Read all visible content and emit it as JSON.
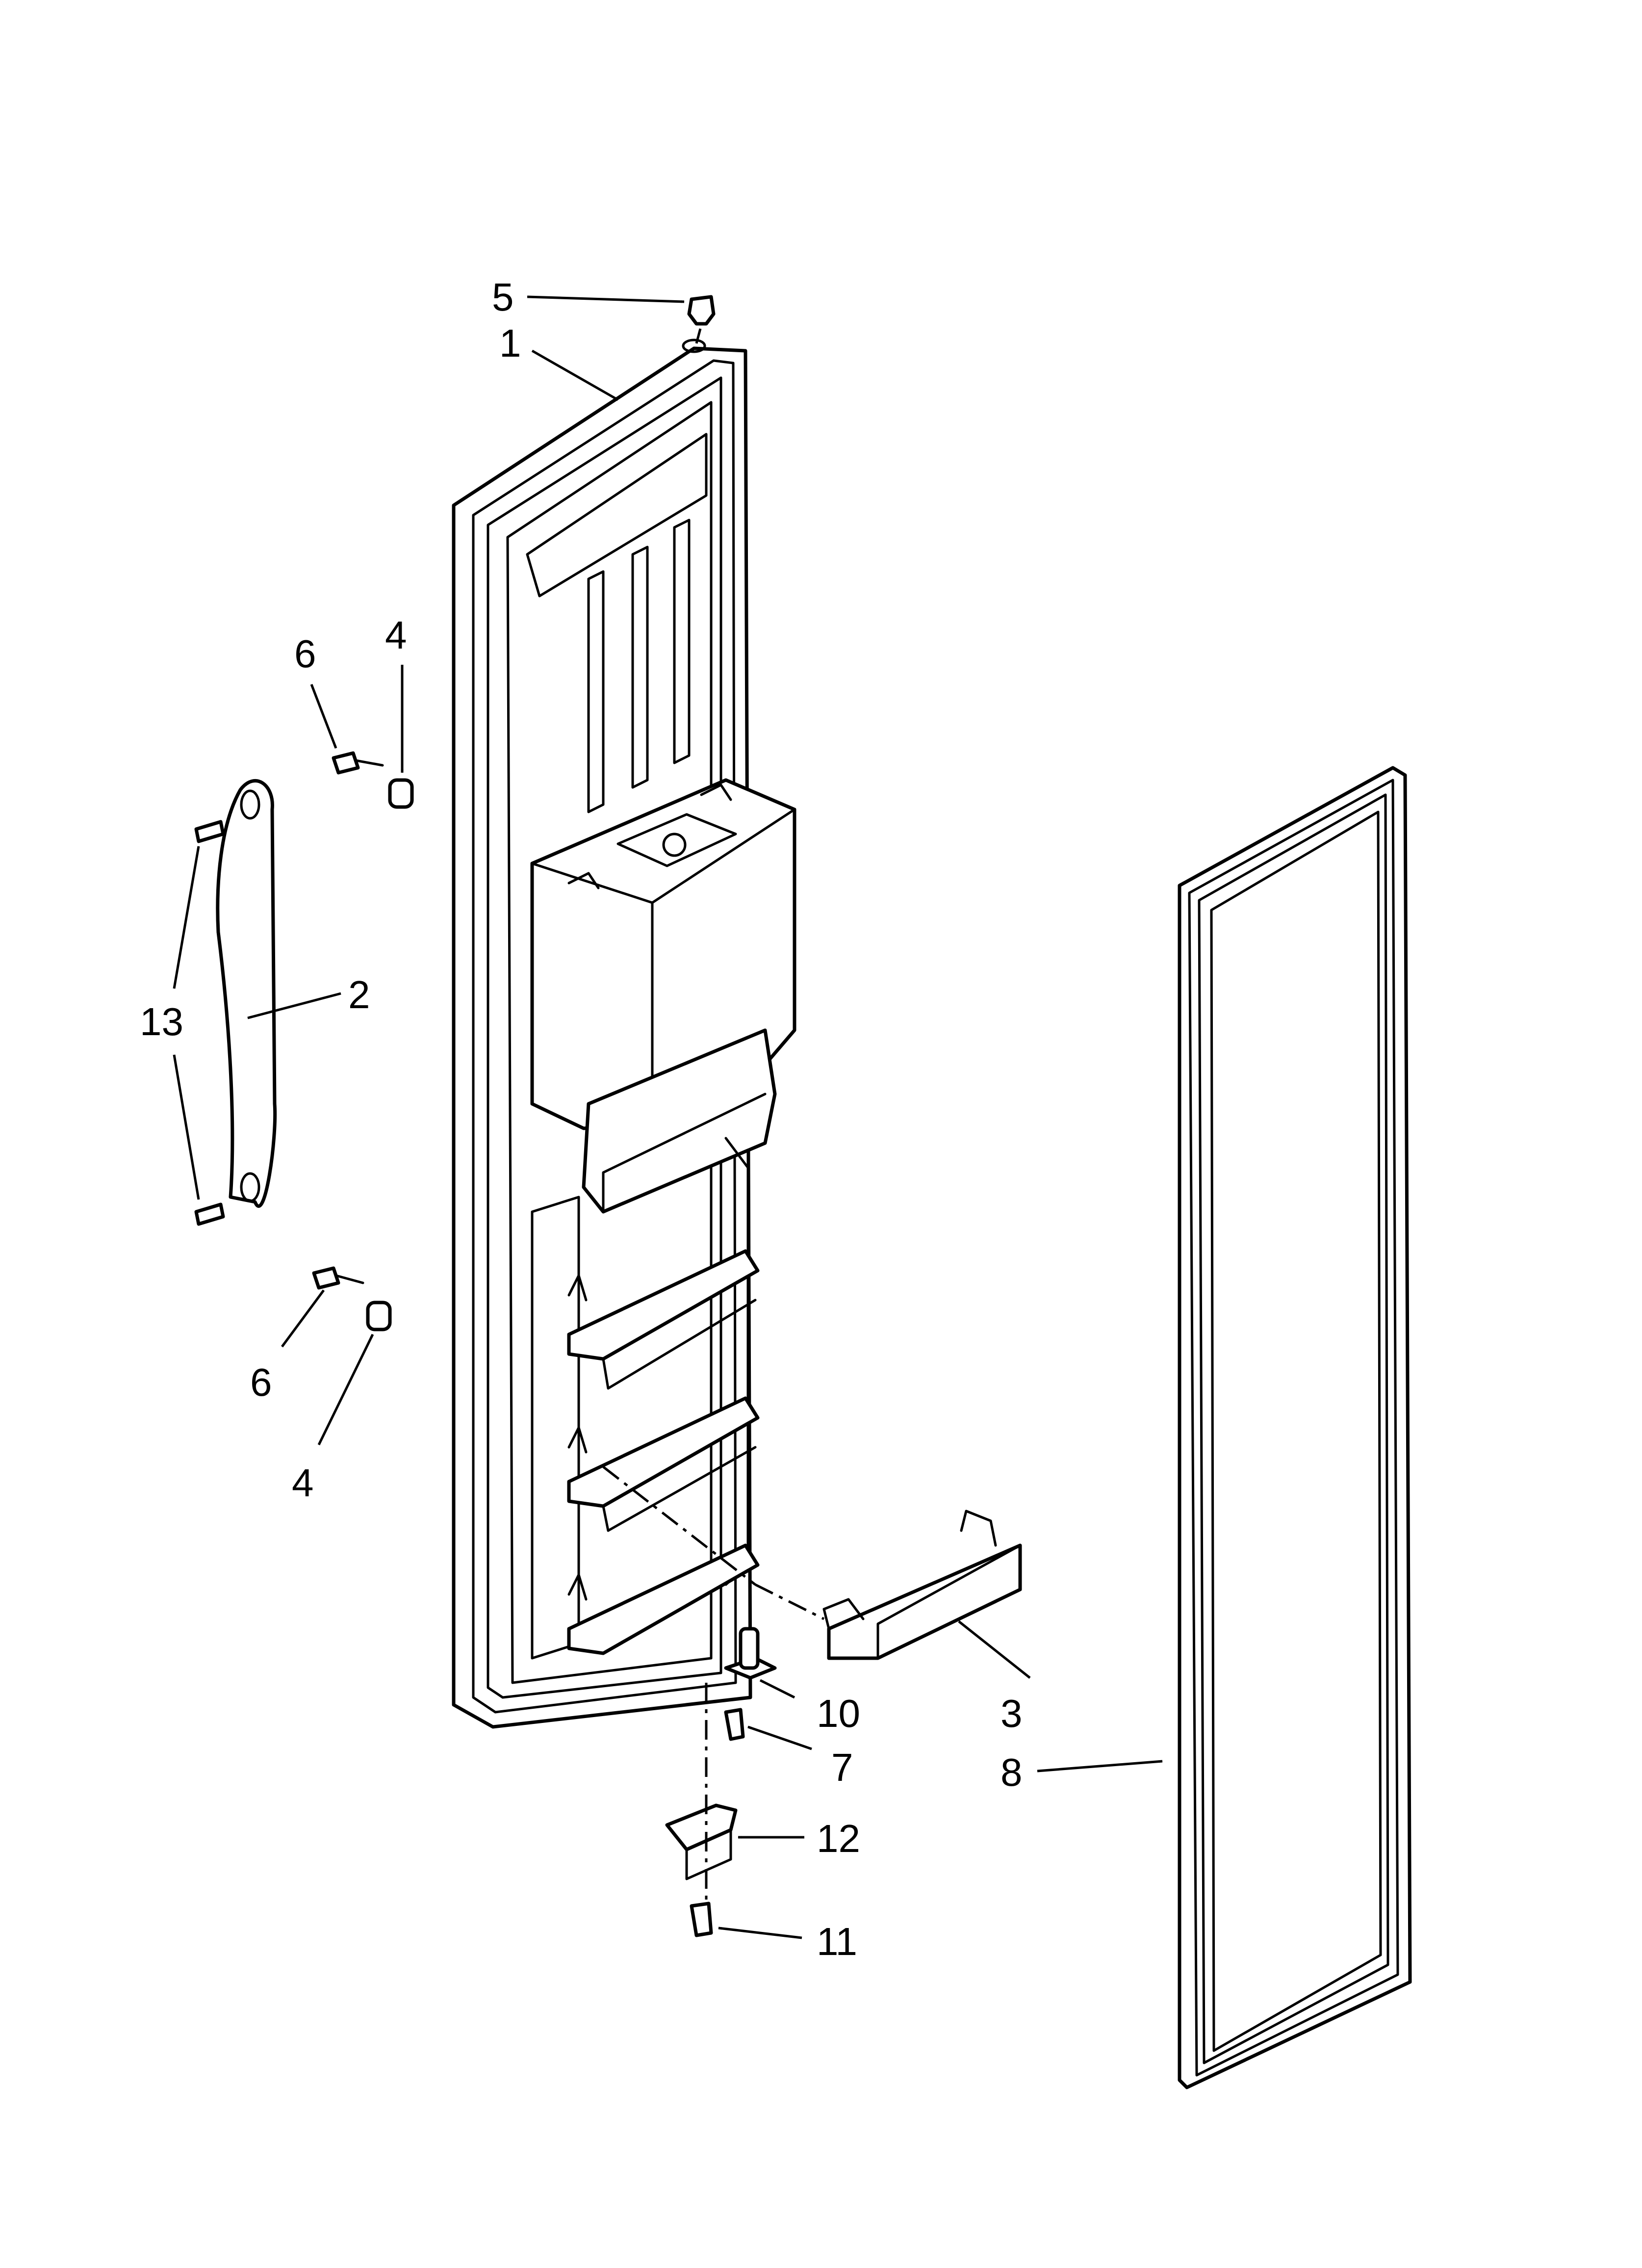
{
  "callouts": {
    "c1": "1",
    "c2": "2",
    "c3": "3",
    "c4a": "4",
    "c4b": "4",
    "c5": "5",
    "c6a": "6",
    "c6b": "6",
    "c7": "7",
    "c8": "8",
    "c10": "10",
    "c11": "11",
    "c12": "12",
    "c13": "13"
  },
  "colors": {
    "line": "#000000",
    "background": "#ffffff"
  }
}
